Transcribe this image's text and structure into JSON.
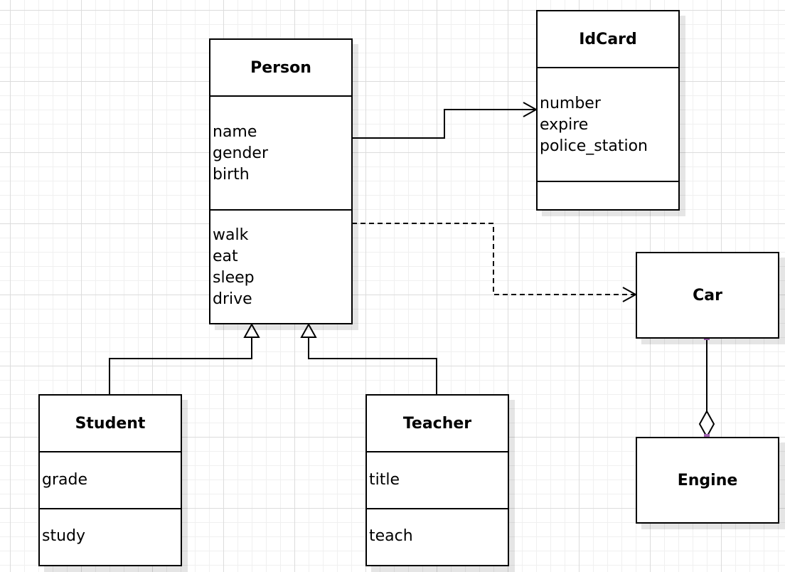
{
  "diagram": {
    "classes": {
      "person": {
        "name": "Person",
        "attributes": [
          "name",
          "gender",
          "birth"
        ],
        "operations": [
          "walk",
          "eat",
          "sleep",
          "drive"
        ]
      },
      "idcard": {
        "name": "IdCard",
        "attributes": [
          "number",
          "expire",
          "police_station"
        ],
        "operations": []
      },
      "car": {
        "name": "Car"
      },
      "engine": {
        "name": "Engine"
      },
      "student": {
        "name": "Student",
        "attributes": [
          "grade"
        ],
        "operations": [
          "study"
        ]
      },
      "teacher": {
        "name": "Teacher",
        "attributes": [
          "title"
        ],
        "operations": [
          "teach"
        ]
      }
    },
    "relations": [
      {
        "type": "association",
        "from": "Person",
        "to": "IdCard"
      },
      {
        "type": "dependency",
        "from": "Person",
        "to": "Car"
      },
      {
        "type": "aggregation",
        "from": "Engine",
        "to": "Car"
      },
      {
        "type": "generalization",
        "from": "Student",
        "to": "Person"
      },
      {
        "type": "generalization",
        "from": "Teacher",
        "to": "Person"
      }
    ],
    "colors": {
      "line": "#000000",
      "grid": "#dcdcdc",
      "handle": "#a060b0"
    }
  }
}
